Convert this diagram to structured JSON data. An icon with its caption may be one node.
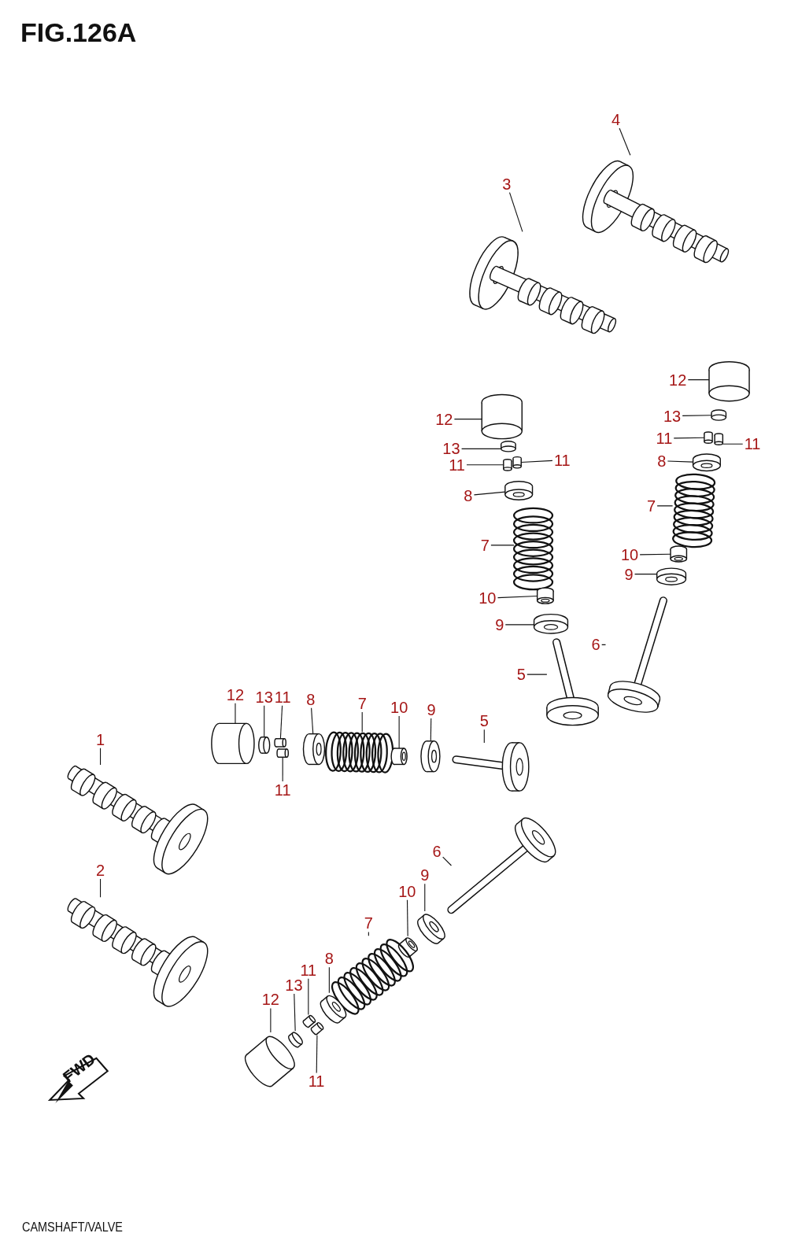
{
  "diagram": {
    "title": "FIG.126A",
    "nodes": [
      {
        "text": [
          "4"
        ]
      },
      {
        "text": [
          "3"
        ]
      },
      {
        "text": [
          "12"
        ]
      },
      {
        "text": [
          "13"
        ]
      },
      {
        "text": [
          "11"
        ]
      },
      {
        "text": [
          "11"
        ]
      },
      {
        "text": [
          "8"
        ]
      },
      {
        "text": [
          "7"
        ]
      },
      {
        "text": [
          "10"
        ]
      },
      {
        "text": [
          "9"
        ]
      },
      {
        "text": [
          "5"
        ]
      },
      {
        "text": [
          "12"
        ]
      },
      {
        "text": [
          "13"
        ]
      },
      {
        "text": [
          "11"
        ]
      },
      {
        "text": [
          "11"
        ]
      },
      {
        "text": [
          "8"
        ]
      },
      {
        "text": [
          "7"
        ]
      },
      {
        "text": [
          "10"
        ]
      },
      {
        "text": [
          "9"
        ]
      },
      {
        "text": [
          "6"
        ]
      },
      {
        "text": [
          "12"
        ]
      },
      {
        "text": [
          "13"
        ]
      },
      {
        "text": [
          "11"
        ]
      },
      {
        "text": [
          "8"
        ]
      },
      {
        "text": [
          "7"
        ]
      },
      {
        "text": [
          "10"
        ]
      },
      {
        "text": [
          "9"
        ]
      },
      {
        "text": [
          "5"
        ]
      },
      {
        "text": [
          "11"
        ]
      },
      {
        "text": [
          "1"
        ]
      },
      {
        "text": [
          "2"
        ]
      },
      {
        "text": [
          "6"
        ]
      },
      {
        "text": [
          "9"
        ]
      },
      {
        "text": [
          "10"
        ]
      },
      {
        "text": [
          "7"
        ]
      },
      {
        "text": [
          "8"
        ]
      },
      {
        "text": [
          "11"
        ]
      },
      {
        "text": [
          "13"
        ]
      },
      {
        "text": [
          "12"
        ]
      },
      {
        "text": [
          "11"
        ]
      },
      {
        "text": [],
        "shape": "picture"
      },
      {
        "text": [],
        "shape": "picture"
      },
      {
        "text": [],
        "shape": "picture"
      },
      {
        "text": [],
        "shape": "picture"
      },
      {
        "text": [],
        "shape": "picture"
      },
      {
        "text": [],
        "shape": "picture"
      },
      {
        "text": [],
        "shape": "picture"
      },
      {
        "text": [],
        "shape": "picture"
      },
      {
        "text": [],
        "shape": "picture"
      },
      {
        "text": [],
        "shape": "picture"
      },
      {
        "text": [],
        "shape": "picture"
      },
      {
        "text": [],
        "shape": "picture"
      },
      {
        "text": [],
        "shape": "picture"
      },
      {
        "text": [],
        "shape": "picture"
      },
      {
        "text": [],
        "shape": "picture"
      },
      {
        "text": [],
        "shape": "picture"
      },
      {
        "text": [],
        "shape": "picture"
      },
      {
        "text": [],
        "shape": "picture"
      },
      {
        "text": [],
        "shape": "picture"
      },
      {
        "text": [],
        "shape": "picture"
      },
      {
        "text": [],
        "shape": "picture"
      },
      {
        "text": [],
        "shape": "picture"
      },
      {
        "text": [],
        "shape": "picture"
      },
      {
        "text": [],
        "shape": "picture"
      },
      {
        "text": [],
        "shape": "picture"
      },
      {
        "text": [],
        "shape": "picture"
      },
      {
        "text": [],
        "shape": "picture"
      },
      {
        "text": [],
        "shape": "picture"
      },
      {
        "text": [],
        "shape": "picture"
      },
      {
        "text": [],
        "shape": "picture"
      },
      {
        "text": [],
        "shape": "picture"
      },
      {
        "text": [],
        "shape": "picture"
      },
      {
        "text": [],
        "shape": "picture"
      },
      {
        "text": [],
        "shape": "picture"
      },
      {
        "text": [],
        "shape": "picture"
      },
      {
        "text": [],
        "shape": "picture"
      },
      {
        "text": [],
        "shape": "picture"
      },
      {
        "text": [],
        "shape": "picture"
      },
      {
        "text": [],
        "shape": "picture"
      },
      {
        "text": [],
        "shape": "picture"
      }
    ],
    "edges": [
      {
        "from": 0,
        "to": 40,
        "arrow": "none"
      },
      {
        "from": 1,
        "to": 41,
        "arrow": "none"
      },
      {
        "from": 2,
        "to": 42,
        "arrow": "none"
      },
      {
        "from": 3,
        "to": 43,
        "arrow": "none"
      },
      {
        "from": 4,
        "to": 44,
        "arrow": "none"
      },
      {
        "from": 5,
        "to": 45,
        "arrow": "none"
      },
      {
        "from": 6,
        "to": 46,
        "arrow": "none"
      },
      {
        "from": 7,
        "to": 47,
        "arrow": "none"
      },
      {
        "from": 8,
        "to": 48,
        "arrow": "none"
      },
      {
        "from": 9,
        "to": 49,
        "arrow": "none"
      },
      {
        "from": 10,
        "to": 50,
        "arrow": "none"
      },
      {
        "from": 11,
        "to": 51,
        "arrow": "none"
      },
      {
        "from": 12,
        "to": 52,
        "arrow": "none"
      },
      {
        "from": 13,
        "to": 53,
        "arrow": "none"
      },
      {
        "from": 14,
        "to": 54,
        "arrow": "none"
      },
      {
        "from": 15,
        "to": 55,
        "arrow": "none"
      },
      {
        "from": 16,
        "to": 56,
        "arrow": "none"
      },
      {
        "from": 17,
        "to": 57,
        "arrow": "none"
      },
      {
        "from": 18,
        "to": 58,
        "arrow": "none"
      },
      {
        "from": 19,
        "to": 59,
        "arrow": "none"
      },
      {
        "from": 20,
        "to": 60,
        "arrow": "none"
      },
      {
        "from": 21,
        "to": 61,
        "arrow": "none"
      },
      {
        "from": 22,
        "to": 62,
        "arrow": "none"
      },
      {
        "from": 23,
        "to": 63,
        "arrow": "none"
      },
      {
        "from": 24,
        "to": 64,
        "arrow": "none"
      },
      {
        "from": 25,
        "to": 65,
        "arrow": "none"
      },
      {
        "from": 26,
        "to": 66,
        "arrow": "none"
      },
      {
        "from": 27,
        "to": 67,
        "arrow": "none"
      },
      {
        "from": 28,
        "to": 68,
        "arrow": "none"
      },
      {
        "from": 29,
        "to": 69,
        "arrow": "none"
      },
      {
        "from": 30,
        "to": 70,
        "arrow": "none"
      },
      {
        "from": 31,
        "to": 71,
        "arrow": "none"
      },
      {
        "from": 32,
        "to": 72,
        "arrow": "none"
      },
      {
        "from": 33,
        "to": 73,
        "arrow": "none"
      },
      {
        "from": 34,
        "to": 74,
        "arrow": "none"
      },
      {
        "from": 35,
        "to": 75,
        "arrow": "none"
      },
      {
        "from": 36,
        "to": 76,
        "arrow": "none"
      },
      {
        "from": 37,
        "to": 77,
        "arrow": "none"
      },
      {
        "from": 38,
        "to": 78,
        "arrow": "none"
      },
      {
        "from": 39,
        "to": 79,
        "arrow": "none"
      }
    ],
    "labels": [
      "FWD",
      "CAMSHAFT/VALVE"
    ]
  }
}
